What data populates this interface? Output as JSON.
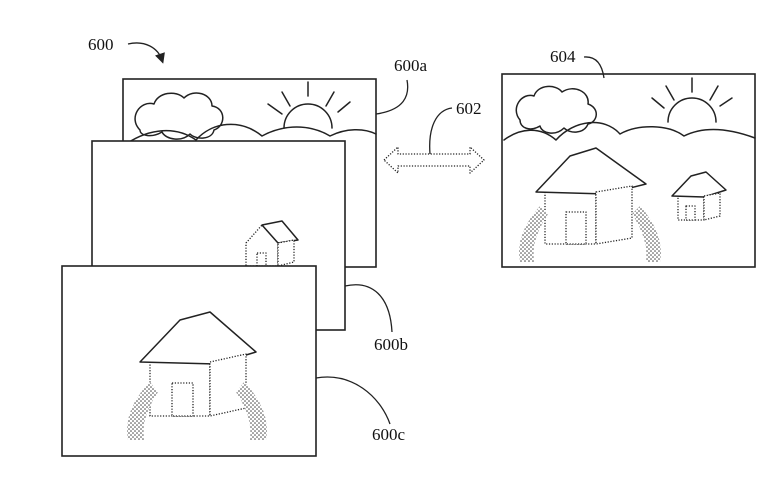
{
  "figure": {
    "labels": {
      "main": "600",
      "frame_a": "600a",
      "frame_b": "600b",
      "frame_c": "600c",
      "arrow": "602",
      "result": "604"
    }
  }
}
